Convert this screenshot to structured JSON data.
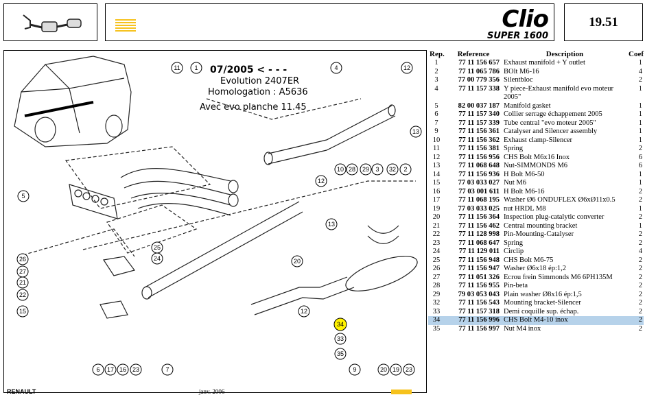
{
  "header": {
    "banner_brand": "Clio",
    "banner_model": "SUPER 1600",
    "page_number": "19.51"
  },
  "diagram": {
    "date": "07/2005 < - - -",
    "evolution": "Evolution 2407ER",
    "homologation": "Homologation : A5636",
    "note": "Avec evo planche 11.45",
    "highlighted_callout": "34"
  },
  "footer": {
    "brand": "RENAULT",
    "date": "janv. 2006"
  },
  "parts_table": {
    "columns": [
      "Rep.",
      "Reference",
      "Description",
      "Coef"
    ],
    "rows": [
      {
        "rep": "1",
        "ref": "77 11 156 657",
        "desc": "Exhaust manifold + Y outlet",
        "coef": "1"
      },
      {
        "rep": "2",
        "ref": "77 11 065 786",
        "desc": "BOlt M6-16",
        "coef": "4"
      },
      {
        "rep": "3",
        "ref": "77 00 779 356",
        "desc": "Silentbloc",
        "coef": "2"
      },
      {
        "rep": "4",
        "ref": "77 11 157 338",
        "desc": "Y piece-Exhaust manifold evo moteur 2005\"",
        "coef": "1"
      },
      {
        "rep": "5",
        "ref": "82 00 037 187",
        "desc": "Manifold gasket",
        "coef": "1"
      },
      {
        "rep": "6",
        "ref": "77 11 157 340",
        "desc": "Collier serrage échappement 2005",
        "coef": "1"
      },
      {
        "rep": "7",
        "ref": "77 11 157 339",
        "desc": "Tube central \"evo moteur 2005\"",
        "coef": "1"
      },
      {
        "rep": "9",
        "ref": "77 11 156 361",
        "desc": "Catalyser and Silencer assembly",
        "coef": "1"
      },
      {
        "rep": "10",
        "ref": "77 11 156 362",
        "desc": "Exhaust clamp-Silencer",
        "coef": "1"
      },
      {
        "rep": "11",
        "ref": "77 11 156 381",
        "desc": "Spring",
        "coef": "2"
      },
      {
        "rep": "12",
        "ref": "77 11 156 956",
        "desc": "CHS Bolt M6x16 Inox",
        "coef": "6"
      },
      {
        "rep": "13",
        "ref": "77 11 068 648",
        "desc": "Nut-SIMMONDS M6",
        "coef": "6"
      },
      {
        "rep": "14",
        "ref": "77 11 156 936",
        "desc": "H Bolt M6-50",
        "coef": "1"
      },
      {
        "rep": "15",
        "ref": "77 03 033 027",
        "desc": "Nut M6",
        "coef": "1"
      },
      {
        "rep": "16",
        "ref": "77 03 001 611",
        "desc": "H Bolt M6-16",
        "coef": "2"
      },
      {
        "rep": "17",
        "ref": "77 11 068 195",
        "desc": "Washer Ø6 ONDUFLEX Ø6xØ11x0.5",
        "coef": "2"
      },
      {
        "rep": "19",
        "ref": "77 03 033 025",
        "desc": "nut HRDL M8",
        "coef": "1"
      },
      {
        "rep": "20",
        "ref": "77 11 156 364",
        "desc": "Inspection plug-catalytic converter",
        "coef": "2"
      },
      {
        "rep": "21",
        "ref": "77 11 156 462",
        "desc": "Central mounting bracket",
        "coef": "1"
      },
      {
        "rep": "22",
        "ref": "77 11 128 998",
        "desc": "Pin-Mounting-Catalyser",
        "coef": "2"
      },
      {
        "rep": "23",
        "ref": "77 11 068 647",
        "desc": "Spring",
        "coef": "2"
      },
      {
        "rep": "24",
        "ref": "77 11 129 011",
        "desc": "Circlip",
        "coef": "4"
      },
      {
        "rep": "25",
        "ref": "77 11 156 948",
        "desc": "CHS Bolt M6-75",
        "coef": "2"
      },
      {
        "rep": "26",
        "ref": "77 11 156 947",
        "desc": "Washer Ø6x18 ép:1,2",
        "coef": "2"
      },
      {
        "rep": "27",
        "ref": "77 11 051 326",
        "desc": "Ecrou frein Simmonds M6 6PH135M",
        "coef": "2"
      },
      {
        "rep": "28",
        "ref": "77 11 156 955",
        "desc": "Pin-beta",
        "coef": "2"
      },
      {
        "rep": "29",
        "ref": "79 03 053 043",
        "desc": "Plain washer Ø8x16 ép:1,5",
        "coef": "2"
      },
      {
        "rep": "32",
        "ref": "77 11 156 543",
        "desc": "Mounting bracket-Silencer",
        "coef": "2"
      },
      {
        "rep": "33",
        "ref": "77 11 157 318",
        "desc": "Demi coquille sup. échap.",
        "coef": "2"
      },
      {
        "rep": "34",
        "ref": "77 11 156 996",
        "desc": "CHS Bolt M4-10 inox",
        "coef": "2",
        "highlight": true
      },
      {
        "rep": "35",
        "ref": "77 11 156 997",
        "desc": "Nut M4 inox",
        "coef": "2"
      }
    ]
  }
}
